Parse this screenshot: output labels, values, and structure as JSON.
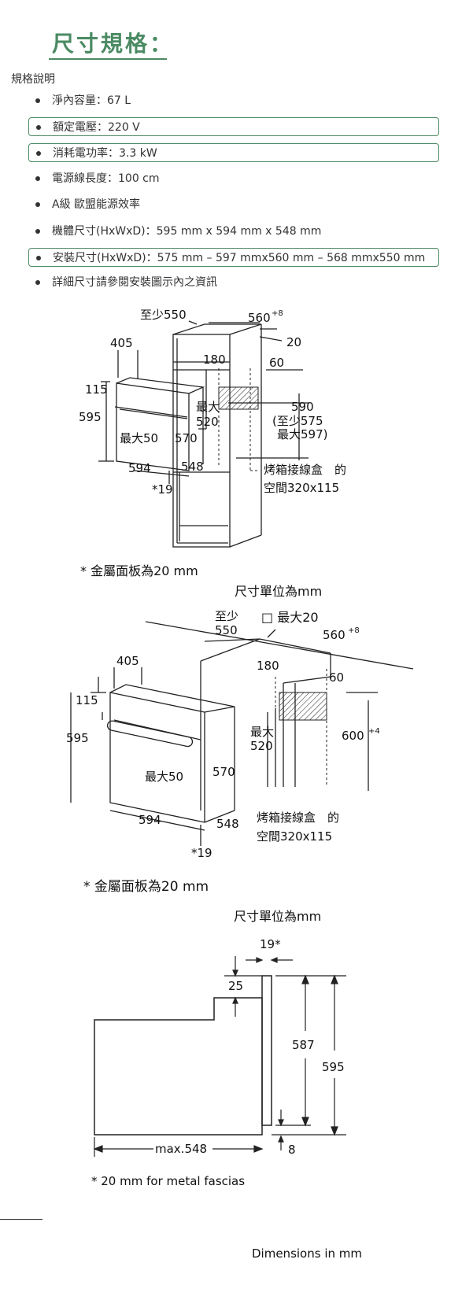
{
  "heading": {
    "title": "尺寸規格：",
    "subtitle": "規格說明"
  },
  "specs": [
    {
      "text": "淨內容量：67 L",
      "highlighted": false
    },
    {
      "text": "額定電壓：220 V",
      "highlighted": true
    },
    {
      "text": "消耗電功率：3.3 kW",
      "highlighted": true
    },
    {
      "text": "電源線長度：100 cm",
      "highlighted": false
    },
    {
      "text": "A級 歐盟能源效率",
      "highlighted": false
    },
    {
      "text": "機體尺寸(HxWxD)：595 mm x 594 mm x 548 mm",
      "highlighted": false
    },
    {
      "text": "安裝尺寸(HxWxD)：575 mm – 597 mmx560 mm – 568 mmx550 mm",
      "highlighted": true
    },
    {
      "text": "詳細尺寸請參閱安裝圖示內之資訊",
      "highlighted": false
    }
  ],
  "diagram1": {
    "labels": {
      "min550": "至少550",
      "w560": "560",
      "w560_sup": "+8",
      "d20": "20",
      "d405": "405",
      "d180": "180",
      "d60": "60",
      "d115": "115",
      "d595": "595",
      "max_word": "最大",
      "d520": "520",
      "d590": "590",
      "min575": "(至少575",
      "max597": "最大597)",
      "max50": "最大50",
      "d570": "570",
      "d594": "594",
      "d548": "548",
      "d19": "*19",
      "box_line1": "烤箱接線盒　的",
      "box_line2": "空間320x115"
    },
    "note": "* 金屬面板為20 mm",
    "units": "尺寸單位為mm"
  },
  "diagram2": {
    "labels": {
      "min_word": "至少",
      "min550": "550",
      "max20": "□ 最大20",
      "w560": "560",
      "w560_sup": "+8",
      "d405": "405",
      "d180": "180",
      "d60": "60",
      "d115": "115",
      "d595": "595",
      "max_word": "最大",
      "d520": "520",
      "h600": "600",
      "h600_sup": "+4",
      "max50": "最大50",
      "d570": "570",
      "d594": "594",
      "d548": "548",
      "d19": "*19",
      "box_line1": "烤箱接線盒　的",
      "box_line2": "空間320x115"
    },
    "note": "* 金屬面板為20 mm",
    "units": "尺寸單位為mm"
  },
  "diagram3": {
    "labels": {
      "d19": "19*",
      "d25": "25",
      "d587": "587",
      "d595": "595",
      "max548": "max.548",
      "d8": "8"
    },
    "note": "* 20 mm for metal fascias",
    "units": "Dimensions in mm"
  }
}
